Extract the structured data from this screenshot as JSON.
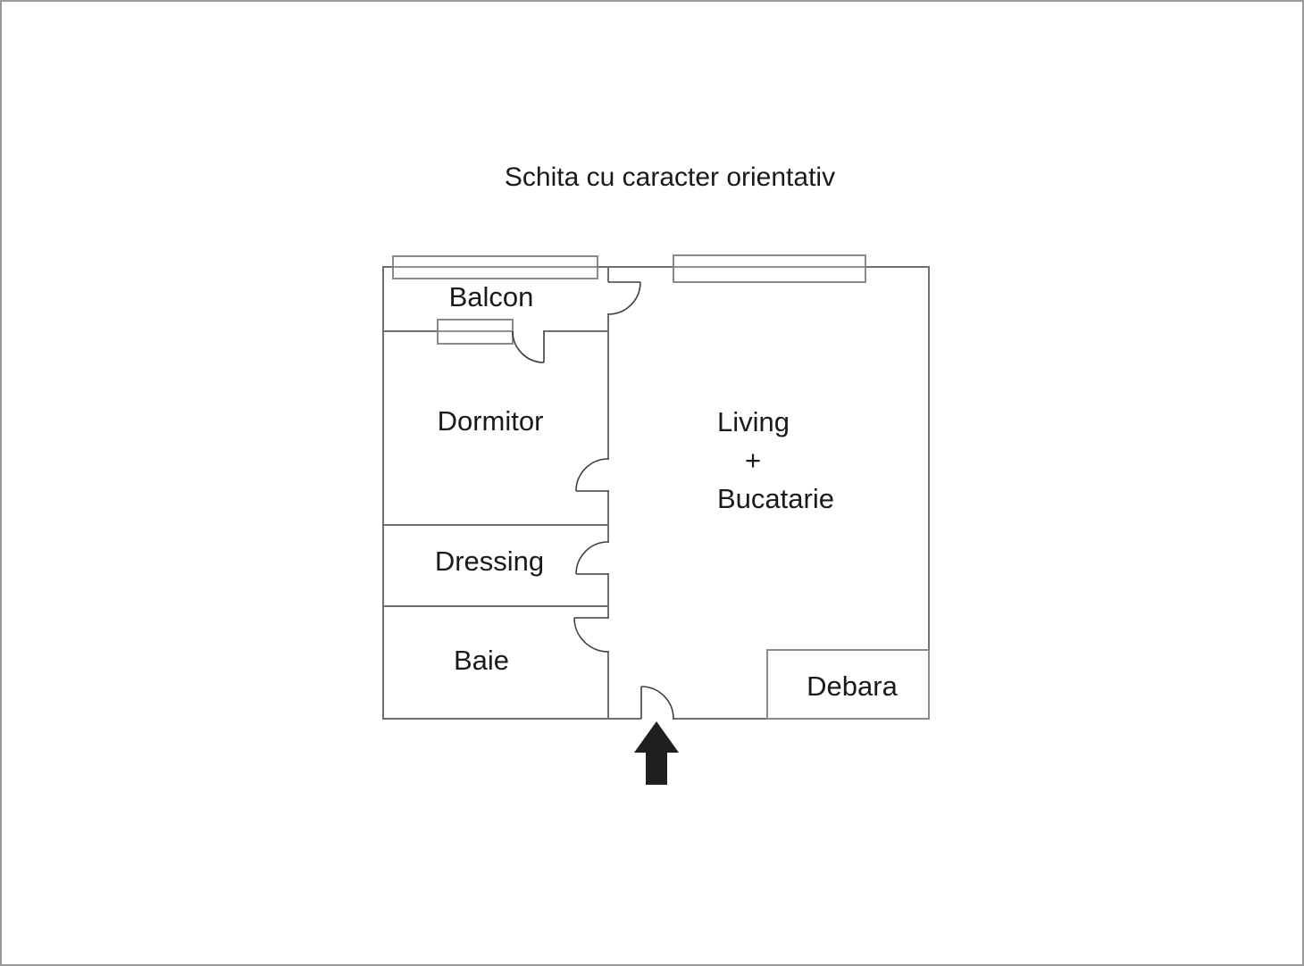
{
  "title": "Schita cu caracter orientativ",
  "rooms": {
    "balcon": "Balcon",
    "dormitor": "Dormitor",
    "dressing": "Dressing",
    "baie": "Baie",
    "living_line1": "Living",
    "living_line2": "+",
    "living_line3": "Bucatarie",
    "debara": "Debara"
  },
  "entrance": {
    "arrow_direction": "up"
  },
  "colors": {
    "wall": "#6f6f6f",
    "window": "#8a8a8a",
    "door": "#3f3f3f",
    "text": "#1a1a1a",
    "arrow": "#1f1f1f",
    "border": "#999999",
    "background": "#ffffff"
  }
}
